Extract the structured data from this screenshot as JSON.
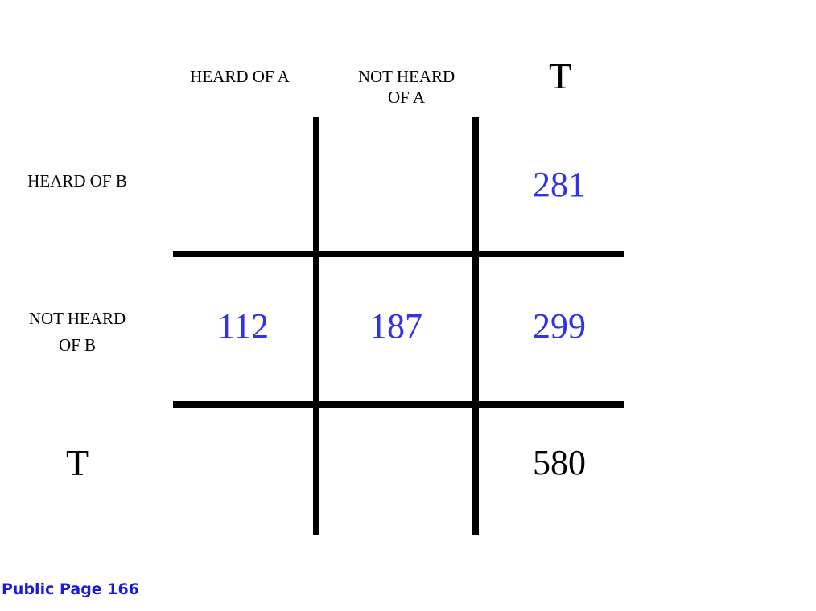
{
  "table": {
    "col_headers": {
      "heard_of_a": "HEARD OF A",
      "not_heard_of_a": [
        "NOT HEARD",
        "OF A"
      ],
      "total": "T"
    },
    "row_headers": {
      "heard_of_b": "HEARD OF B",
      "not_heard_of_b": [
        "NOT HEARD",
        "OF B"
      ],
      "total": "T"
    },
    "cells": {
      "heardb_heard_a": "",
      "heardb_notheard_a": "",
      "heardb_total": "281",
      "notheardb_heard_a": "112",
      "notheardb_notheard_a": "187",
      "notheardb_total": "299",
      "total_heard_a": "",
      "total_notheard_a": "",
      "grand_total": "580"
    }
  },
  "footer": {
    "text": "Public Page 166"
  },
  "colors": {
    "value_blue": "#3333e6",
    "value_black": "#000000",
    "footer_blue": "#1a1adb"
  }
}
